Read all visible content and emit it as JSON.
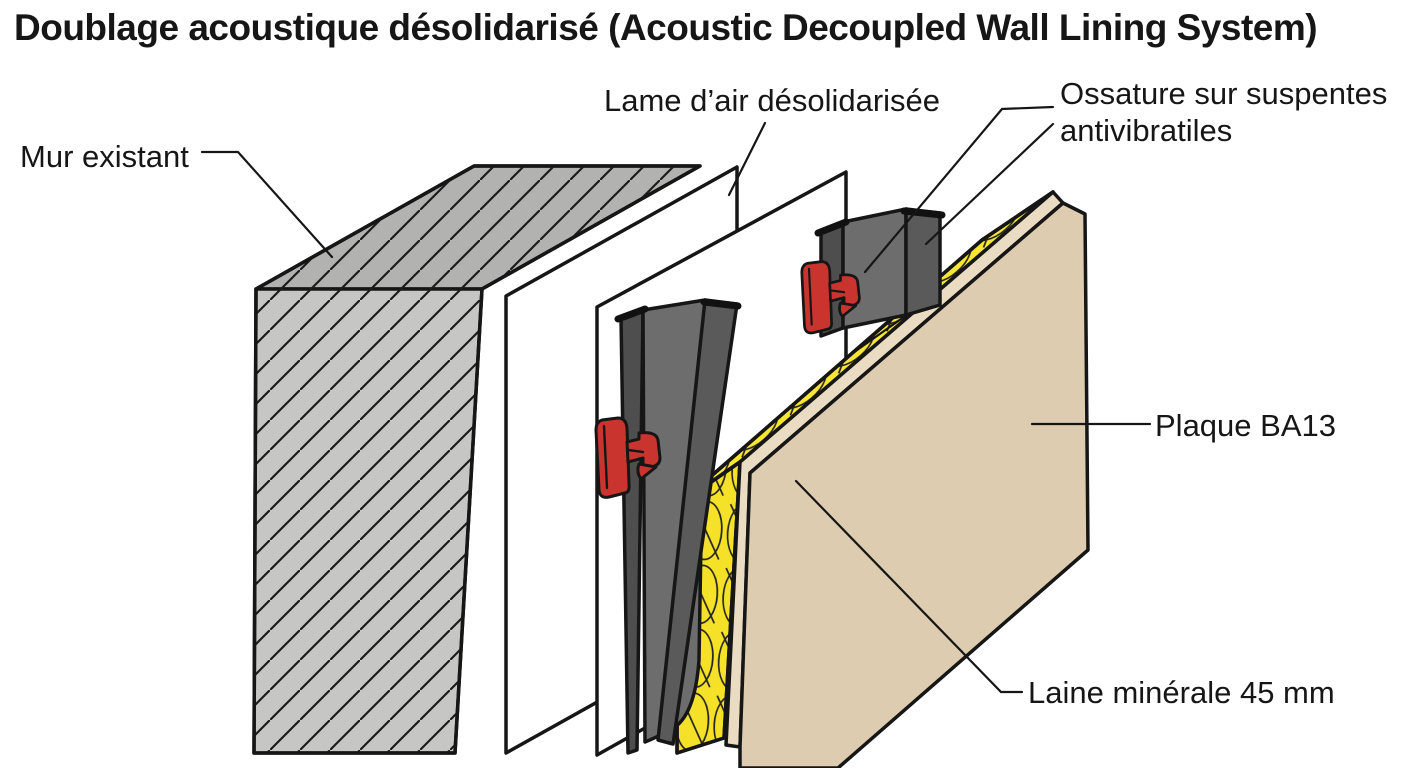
{
  "title": "Doublage acoustique désolidarisé (Acoustic Decoupled Wall Lining System)",
  "annotations": {
    "mur": {
      "label": "Mur existant"
    },
    "lame": {
      "label": "Lame d’air désolidarisée"
    },
    "ossature": {
      "label_line1": "Ossature sur suspentes",
      "label_line2": "antivibratiles"
    },
    "plaque": {
      "label": "Plaque BA13"
    },
    "laine": {
      "label": "Laine minérale 45 mm"
    }
  },
  "colors": {
    "background": "#ffffff",
    "wall_front": "#c6c6c4",
    "wall_top": "#b2b2b0",
    "panel": "#ffffff",
    "channel_web": "#6d6d6d",
    "channel_flange_dark": "#4e4e4e",
    "channel_flange_mid": "#5a5a5a",
    "clip_red": "#c9352e",
    "wool_front": "#f5e228",
    "wool_band": "#f7e732",
    "board_edge": "#eadcc2",
    "board_face": "#ddccb0",
    "line": "#161616"
  }
}
